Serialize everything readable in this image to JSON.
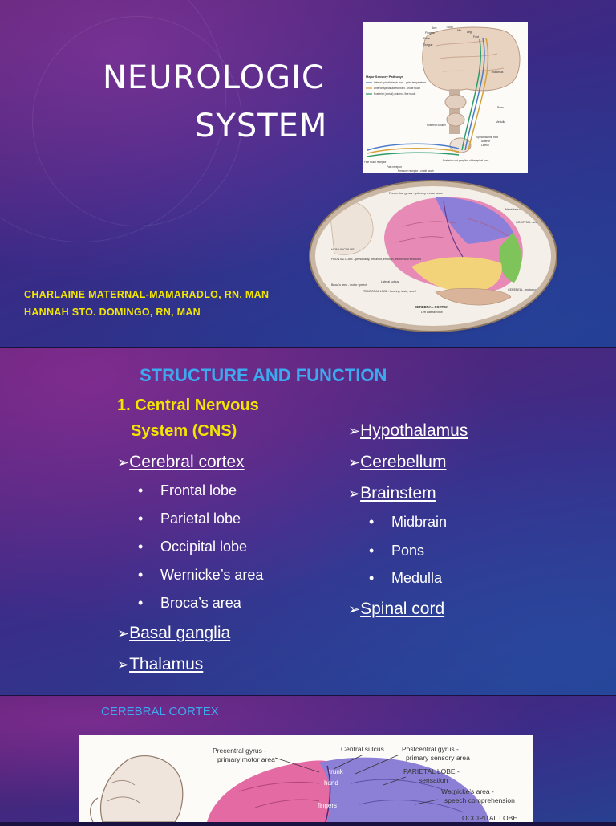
{
  "slide1": {
    "title_line1": "NEUROLOGIC",
    "title_line2": "SYSTEM",
    "authors": [
      "CHARLAINE MATERNAL-MAMARADLO, RN, MAN",
      "HANNAH STO. DOMINGO, RN, MAN"
    ],
    "figure_sensory": {
      "top_labels": [
        "Arm",
        "Trunk",
        "Fingers",
        "Hip",
        "Face",
        "Leg",
        "Tongue",
        "Foot",
        "Thalamus"
      ],
      "legend_title": "Major Sensory Pathways",
      "legend_items": [
        "Lateral spinothalamic tract - pain, temperature",
        "Anterior spinothalamic tract - crude touch",
        "Posterior (dorsal) column - fine touch"
      ],
      "side_labels": [
        "Pons",
        "Medulla",
        "Spinothalamic tract",
        "Anterior",
        "Lateral",
        "Posterior column"
      ],
      "bottom_labels": [
        "Fine touch receptor",
        "Pain receptor",
        "Pressure receptor - crude touch",
        "Posterior root ganglion of the spinal cord"
      ]
    },
    "figure_cortex": {
      "labels": [
        "Precentral gyrus - primary motor area",
        "HOMUNCULUS",
        "FRONTAL LOBE - personality, behavior, emotion, intellectual functions",
        "Broca's area - motor speech",
        "Lateral sulcus",
        "TEMPORAL LOBE - hearing, taste, smell",
        "Wernicke's speech",
        "OCCIPITAL - visual recep",
        "CEREBELL - motor co",
        "CEREBRAL CORTEX",
        "Left Lateral View"
      ]
    }
  },
  "slide2": {
    "section_title": "STRUCTURE AND FUNCTION",
    "cns_heading_line1": "1. Central Nervous",
    "cns_heading_line2": "System (CNS)",
    "arrow_glyph": "➢",
    "left_column": {
      "cerebral_cortex": "Cerebral cortex",
      "cortex_bullets": [
        "Frontal lobe",
        "Parietal lobe",
        "Occipital lobe",
        "Wernicke’s area",
        "Broca’s area"
      ],
      "basal_ganglia": "Basal ganglia",
      "thalamus": "Thalamus"
    },
    "right_column": {
      "hypothalamus": "Hypothalamus",
      "cerebellum": "Cerebellum",
      "brainstem": "Brainstem",
      "brainstem_bullets": [
        "Midbrain",
        "Pons",
        "Medulla"
      ],
      "spinal_cord": "Spinal cord"
    },
    "bullet_glyph": "•"
  },
  "slide3": {
    "title": "CEREBRAL CORTEX",
    "figure_labels": {
      "precentral": "Precentral gyrus -",
      "precentral2": "primary motor area",
      "central_sulcus": "Central sulcus",
      "postcentral": "Postcentral gyrus -",
      "postcentral2": "primary sensory area",
      "parietal": "PARIETAL LOBE -",
      "parietal2": "sensation",
      "wernicke": "Wernicke’s area -",
      "wernicke2": "speech comprehension",
      "occipital": "OCCIPITAL LOBE",
      "trunk": "trunk",
      "hand": "hand",
      "fingers": "fingers"
    }
  },
  "colors": {
    "title_white": "#ffffff",
    "author_yellow": "#f2e600",
    "section_blue": "#3da9ef",
    "frontal": "#e88ab6",
    "parietal": "#8c7fd9",
    "occipital": "#7fc45a",
    "temporal": "#f2d37a"
  }
}
